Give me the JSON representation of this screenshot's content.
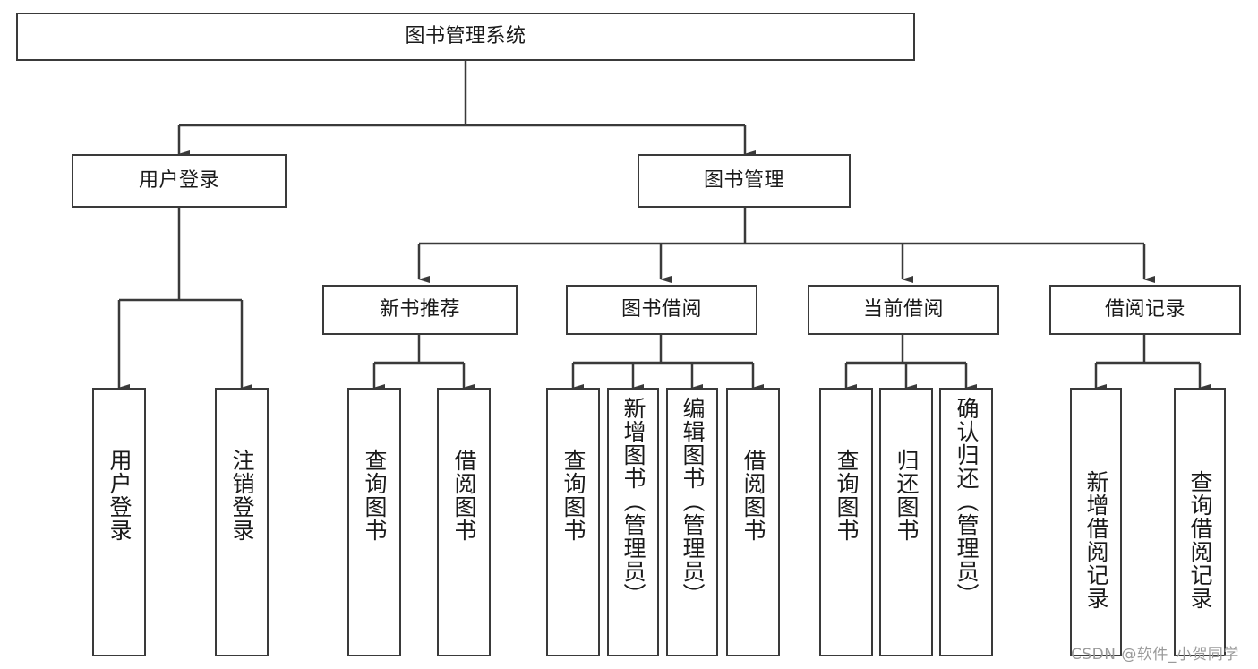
{
  "diagram": {
    "type": "tree-hierarchy-chart",
    "title": "图书管理系统",
    "colors": {
      "box_fill": "#ffffff",
      "box_stroke": "#3a3a3a",
      "edge_stroke": "#3a3a3a",
      "text": "#1a1a1a",
      "watermark": "#9a9a9a",
      "background": "#ffffff"
    },
    "root": {
      "label": "图书管理系统"
    },
    "level2": [
      {
        "label": "用户登录"
      },
      {
        "label": "图书管理"
      }
    ],
    "level3": [
      {
        "label": "新书推荐"
      },
      {
        "label": "图书借阅"
      },
      {
        "label": "当前借阅"
      },
      {
        "label": "借阅记录"
      }
    ],
    "leaves": {
      "user_login": [
        {
          "label": "用户登录"
        },
        {
          "label": "注销登录"
        }
      ],
      "new_book_recommend": [
        {
          "label": "查询图书"
        },
        {
          "label": "借阅图书"
        }
      ],
      "book_borrow": [
        {
          "label": "查询图书"
        },
        {
          "label": "新增图书（管理员）"
        },
        {
          "label": "编辑图书（管理员）"
        },
        {
          "label": "借阅图书"
        }
      ],
      "current_borrow": [
        {
          "label": "查询图书"
        },
        {
          "label": "归还图书"
        },
        {
          "label": "确认归还（管理员）"
        }
      ],
      "borrow_record": [
        {
          "label": "新增借阅记录"
        },
        {
          "label": "查询借阅记录"
        }
      ]
    },
    "watermark": "CSDN @软件_小贺同学"
  }
}
